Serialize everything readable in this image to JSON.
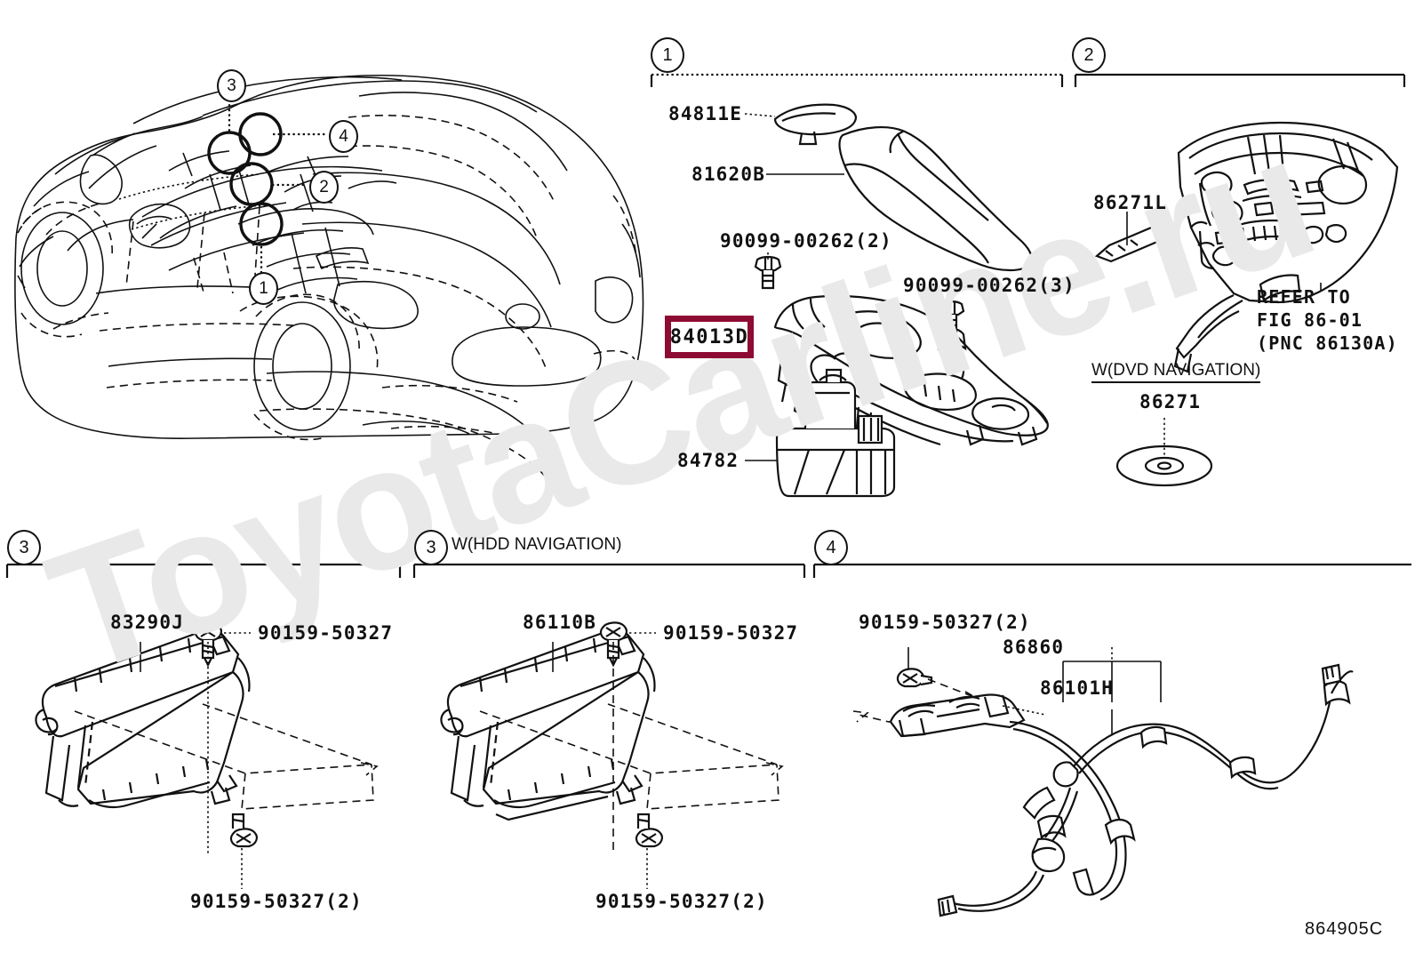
{
  "diagram": {
    "figure_code": "864905C",
    "watermark": "ToyotaCarline.ru"
  },
  "vehicle": {
    "callouts": [
      {
        "id": "c1",
        "label": "1"
      },
      {
        "id": "c2",
        "label": "2"
      },
      {
        "id": "c3",
        "label": "3"
      },
      {
        "id": "c4",
        "label": "4"
      }
    ]
  },
  "sections": {
    "s1": {
      "number": "1",
      "caption": "",
      "parts": [
        {
          "code": "84811E"
        },
        {
          "code": "81620B"
        },
        {
          "code": "90099-00262(2)"
        },
        {
          "code": "90099-00262(3)"
        },
        {
          "code": "84013D",
          "highlighted": true
        },
        {
          "code": "84782"
        }
      ]
    },
    "s2": {
      "number": "2",
      "caption": "",
      "parts": [
        {
          "code": "86271L"
        },
        {
          "code": "86271"
        }
      ],
      "notes": [
        "REFER TO",
        "FIG 86-01",
        "(PNC 86130A)"
      ],
      "sub_caption": "W(DVD NAVIGATION)"
    },
    "s3a": {
      "number": "3",
      "caption": "",
      "parts": [
        {
          "code": "83290J"
        },
        {
          "code": "90159-50327"
        },
        {
          "code": "90159-50327(2)"
        }
      ]
    },
    "s3b": {
      "number": "3",
      "caption": "W(HDD NAVIGATION)",
      "parts": [
        {
          "code": "86110B"
        },
        {
          "code": "90159-50327"
        },
        {
          "code": "90159-50327(2)"
        }
      ]
    },
    "s4": {
      "number": "4",
      "caption": "",
      "parts": [
        {
          "code": "90159-50327(2)"
        },
        {
          "code": "86860"
        },
        {
          "code": "86101H"
        }
      ]
    }
  },
  "colors": {
    "highlight_border": "#8e0b33",
    "ink": "#111111",
    "watermark": "#e9e9e9"
  }
}
